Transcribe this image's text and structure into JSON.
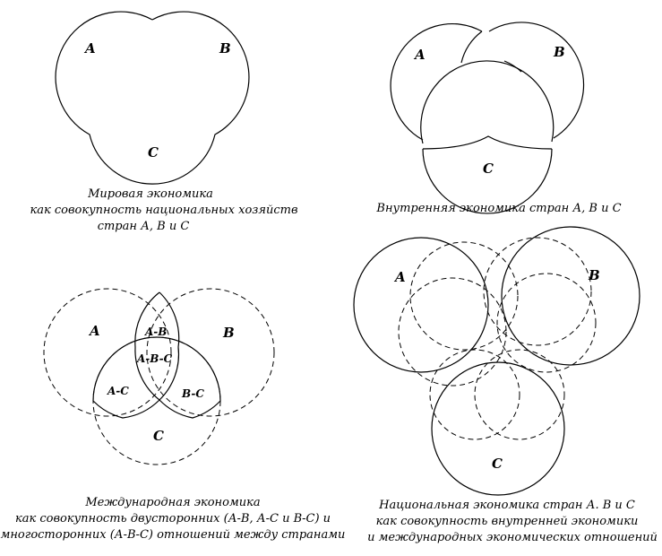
{
  "panels": {
    "world": {
      "labels": {
        "a": "A",
        "b": "B",
        "c": "C"
      },
      "caption": [
        "Мировая экономика",
        "как совокупность национальных хозяйств",
        "стран А, В и С"
      ]
    },
    "internal": {
      "labels": {
        "a": "A",
        "b": "B",
        "c": "C"
      },
      "caption": [
        "Внутренняя экономика стран А, В и С"
      ]
    },
    "international": {
      "labels": {
        "a": "A",
        "b": "B",
        "c": "C",
        "ab": "A-B",
        "abc": "A-B-C",
        "ac": "A-C",
        "bc": "B-C"
      },
      "caption": [
        "Международная экономика",
        "как совокупность двусторонних (А-В, А-С и В-С) и",
        "многосторонних (А-В-С) отношений между странами"
      ]
    },
    "national": {
      "labels": {
        "a": "A",
        "b": "B",
        "c": "C"
      },
      "caption": [
        "Национальная экономика стран А. В и С",
        "как совокупность внутренней экономики",
        "и международных экономических отношений"
      ]
    }
  }
}
